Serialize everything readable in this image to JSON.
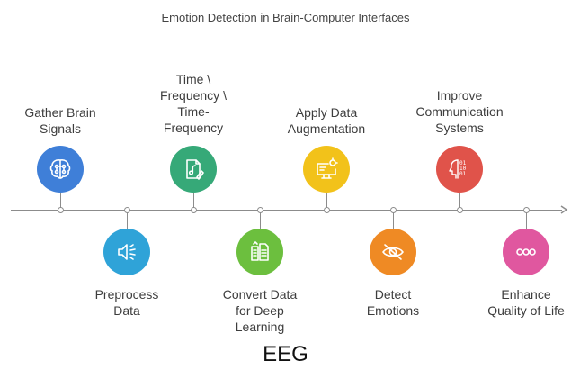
{
  "title": "Emotion Detection in Brain-Computer Interfaces",
  "footer": "EEG",
  "steps": [
    {
      "lines": [
        "Gather Brain",
        "Signals"
      ],
      "color": "#3f7fd8",
      "icon": "brain-icon"
    },
    {
      "lines": [
        "Preprocess",
        "Data"
      ],
      "color": "#2fa3d8",
      "icon": "speaker-waves-icon"
    },
    {
      "lines": [
        "Time \\",
        "Frequency \\",
        "Time-",
        "Frequency"
      ],
      "color": "#36a978",
      "icon": "audio-file-icon"
    },
    {
      "lines": [
        "Convert Data",
        "for Deep",
        "Learning"
      ],
      "color": "#6cbf3e",
      "icon": "convert-document-icon"
    },
    {
      "lines": [
        "Apply Data",
        "Augmentation"
      ],
      "color": "#f2c21a",
      "icon": "monitor-sparkle-icon"
    },
    {
      "lines": [
        "Detect",
        "Emotions"
      ],
      "color": "#ef8a24",
      "icon": "eye-scan-icon"
    },
    {
      "lines": [
        "Improve",
        "Communication",
        "Systems"
      ],
      "color": "#e0534a",
      "icon": "binary-head-icon"
    },
    {
      "lines": [
        "Enhance",
        "Quality of Life"
      ],
      "color": "#e0579f",
      "icon": "link-chain-icon"
    }
  ]
}
